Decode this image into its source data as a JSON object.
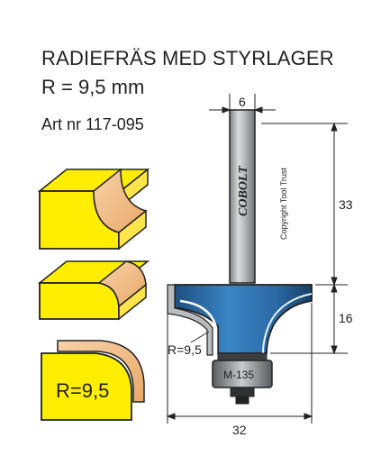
{
  "header": {
    "title": "RADIEFRÄS MED STYRLAGER",
    "subtitle": "R = 9,5 mm",
    "article": "Art nr 117-095"
  },
  "bit": {
    "brand": "COBOLT",
    "copyright": "Copyright Tool Trust",
    "bearing_label": "M-135",
    "radius_label": "R=9,5"
  },
  "dimensions": {
    "shank_diameter": "6",
    "shank_length": "33",
    "cutting_height": "16",
    "cutting_diameter": "32"
  },
  "profiles": {
    "radius_label": "R=9,5"
  },
  "colors": {
    "wood_yellow": "#ffee00",
    "wood_end": "#f3bf86",
    "cutter_blue": "#2f74b0",
    "shank_grey": "#a8acae"
  }
}
